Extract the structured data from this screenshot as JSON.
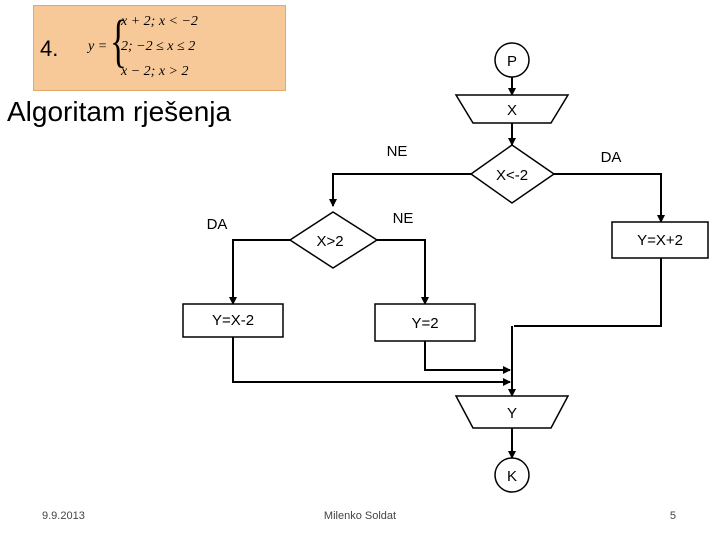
{
  "task": {
    "number": "4.",
    "lhs": "y =",
    "cases": [
      "x + 2; x < −2",
      "2; −2 ≤ x ≤ 2",
      "x − 2; x > 2"
    ]
  },
  "heading": "Algoritam rješenja",
  "flowchart": {
    "start": "P",
    "input": "X",
    "decision1": "X<-2",
    "decision1_yes": "DA",
    "decision1_no": "NE",
    "decision2": "X>2",
    "decision2_yes": "DA",
    "decision2_no": "NE",
    "process_x_plus_2": "Y=X+2",
    "process_x_minus_2": "Y=X-2",
    "process_2": "Y=2",
    "output": "Y",
    "end": "K"
  },
  "footer": {
    "date": "9.9.2013",
    "author": "Milenko Soldat",
    "page": "5"
  },
  "colors": {
    "task_box": "#f7c898",
    "shape_border": "#000000"
  }
}
